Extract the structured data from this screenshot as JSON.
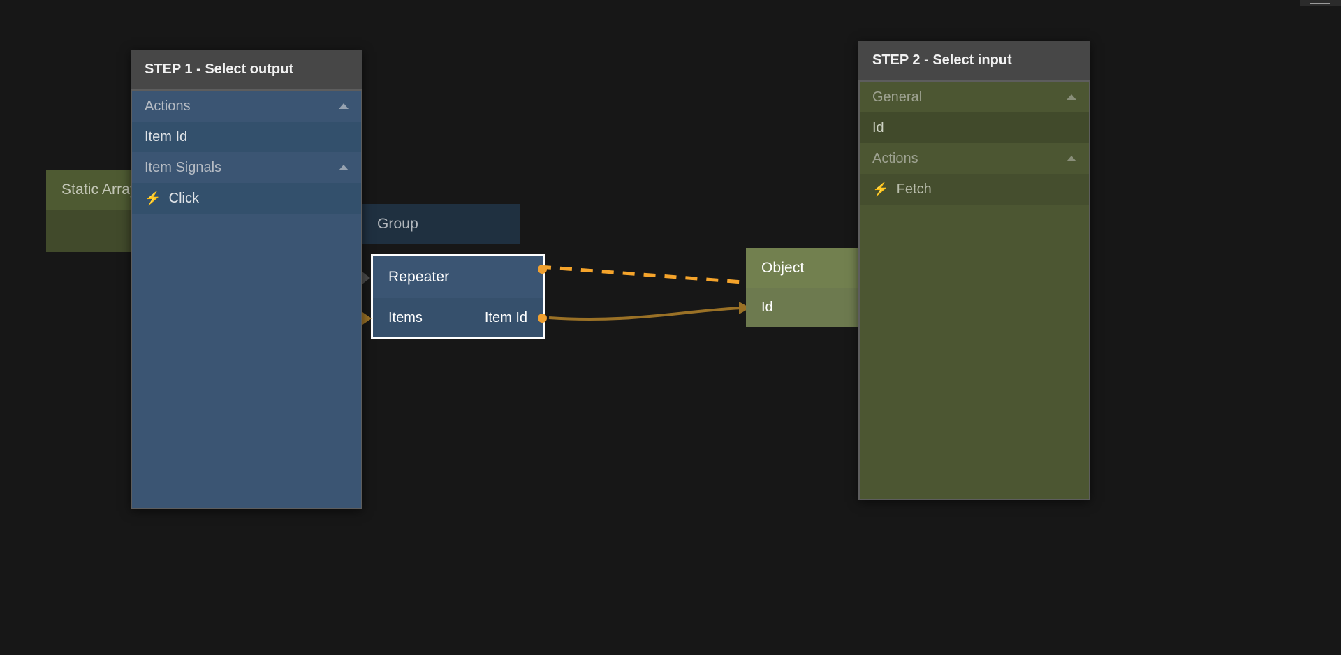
{
  "window": {
    "control_icon": "minimize-icon"
  },
  "canvas": {
    "background": "#171717",
    "nodes": [
      {
        "name": "Static Array",
        "kind": "data",
        "color": "#4e5a32",
        "rows": []
      },
      {
        "name": "Group",
        "kind": "container",
        "color": "#1f3040",
        "rows": []
      },
      {
        "name": "Repeater",
        "kind": "component",
        "color": "#3b5573",
        "selected": true,
        "rows": [
          {
            "input_label": "Items",
            "output_label": "Item Id"
          }
        ]
      },
      {
        "name": "Object",
        "kind": "data",
        "color": "#72804f",
        "rows": [
          {
            "input_label": "Id"
          }
        ]
      }
    ],
    "connections": [
      {
        "from": "Repeater.Click",
        "to": "Object.Fetch",
        "style": "dashed",
        "color": "#f5a42b"
      },
      {
        "from": "Repeater.Item Id",
        "to": "Object.Id",
        "style": "solid",
        "color": "#9a7126"
      }
    ]
  },
  "step1": {
    "title": "STEP 1 - Select output",
    "accent": "#3b5573",
    "rows": [
      {
        "label": "Actions",
        "type": "group",
        "icon": "chevron-up-icon",
        "expanded": true
      },
      {
        "label": "Item Id",
        "type": "item",
        "icon": ""
      },
      {
        "label": "Item Signals",
        "type": "group",
        "icon": "chevron-up-icon",
        "expanded": true
      },
      {
        "label": "Click",
        "type": "signal",
        "icon": "lightning-bolt-icon"
      }
    ]
  },
  "step2": {
    "title": "STEP 2 - Select input",
    "accent": "#4c5632",
    "rows": [
      {
        "label": "General",
        "type": "group",
        "icon": "chevron-up-icon",
        "expanded": true
      },
      {
        "label": "Id",
        "type": "item",
        "icon": ""
      },
      {
        "label": "Actions",
        "type": "group",
        "icon": "chevron-up-icon",
        "expanded": true
      },
      {
        "label": "Fetch",
        "type": "signal",
        "icon": "lightning-bolt-icon"
      }
    ]
  },
  "icons": {
    "bolt": "⚡"
  }
}
